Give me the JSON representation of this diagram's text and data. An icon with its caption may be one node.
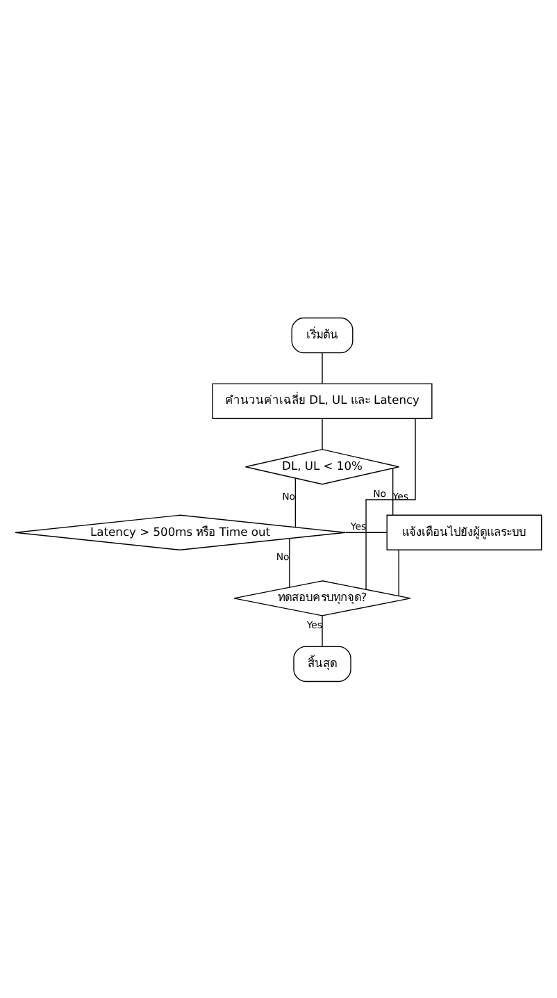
{
  "diagram": {
    "nodes": [
      {
        "text": [
          "เริ่มต้น"
        ]
      },
      {
        "text": [
          "คำนวนค่าเฉลี่ย DL, UL และ Latency"
        ]
      },
      {
        "text": [
          "DL, UL < 10%"
        ]
      },
      {
        "text": [
          "Latency > 500ms หรือ Time out"
        ]
      },
      {
        "text": [
          "แจ้งเตือนไปยังผู้ดูแลระบบ"
        ]
      },
      {
        "text": [
          "ทดสอบครบทุกจุด?"
        ]
      },
      {
        "text": [
          "สิ้นสุด"
        ]
      }
    ],
    "edges": [
      {
        "from": 0,
        "to": 1,
        "arrow": "none"
      },
      {
        "from": 1,
        "to": 2,
        "arrow": "none"
      },
      {
        "from": 2,
        "to": 4,
        "arrow": "none",
        "label": "Yes"
      },
      {
        "from": 2,
        "to": 3,
        "arrow": "none",
        "label": "No"
      },
      {
        "from": 3,
        "to": 4,
        "arrow": "none",
        "label": "Yes"
      },
      {
        "from": 3,
        "to": 5,
        "arrow": "none",
        "label": "No"
      },
      {
        "from": 4,
        "to": 5,
        "arrow": "none"
      },
      {
        "from": 5,
        "to": 1,
        "arrow": "none",
        "label": "No"
      },
      {
        "from": 5,
        "to": 6,
        "arrow": "none",
        "label": "Yes"
      }
    ]
  }
}
